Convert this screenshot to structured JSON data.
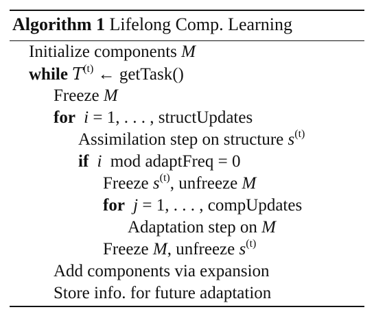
{
  "algorithm": {
    "label": "Algorithm 1",
    "title": "Lifelong Comp. Learning",
    "lines": {
      "l1": {
        "text": "Initialize components",
        "var": "M"
      },
      "l2": {
        "keyword": "while",
        "var": "T",
        "sup": "(t)",
        "arrow": "←",
        "call": "getTask()"
      },
      "l3": {
        "text": "Freeze",
        "var": "M"
      },
      "l4": {
        "keyword": "for",
        "var": "i",
        "rest": "= 1, . . . , structUpdates"
      },
      "l5": {
        "text": "Assimilation step on structure",
        "var": "s",
        "sup": "(t)"
      },
      "l6": {
        "keyword": "if",
        "var": "i",
        "mod": "mod",
        "rest": "adaptFreq = 0"
      },
      "l7": {
        "text1": "Freeze",
        "var1": "s",
        "sup": "(t)",
        "text2": ", unfreeze",
        "var2": "M"
      },
      "l8": {
        "keyword": "for",
        "var": "j",
        "rest": "= 1, . . . , compUpdates"
      },
      "l9": {
        "text": "Adaptation step on",
        "var": "M"
      },
      "l10": {
        "text1": "Freeze",
        "var1": "M",
        "text2": ", unfreeze",
        "var2": "s",
        "sup": "(t)"
      },
      "l11": {
        "text": "Add components via expansion"
      },
      "l12": {
        "text": "Store info. for future adaptation"
      }
    }
  }
}
